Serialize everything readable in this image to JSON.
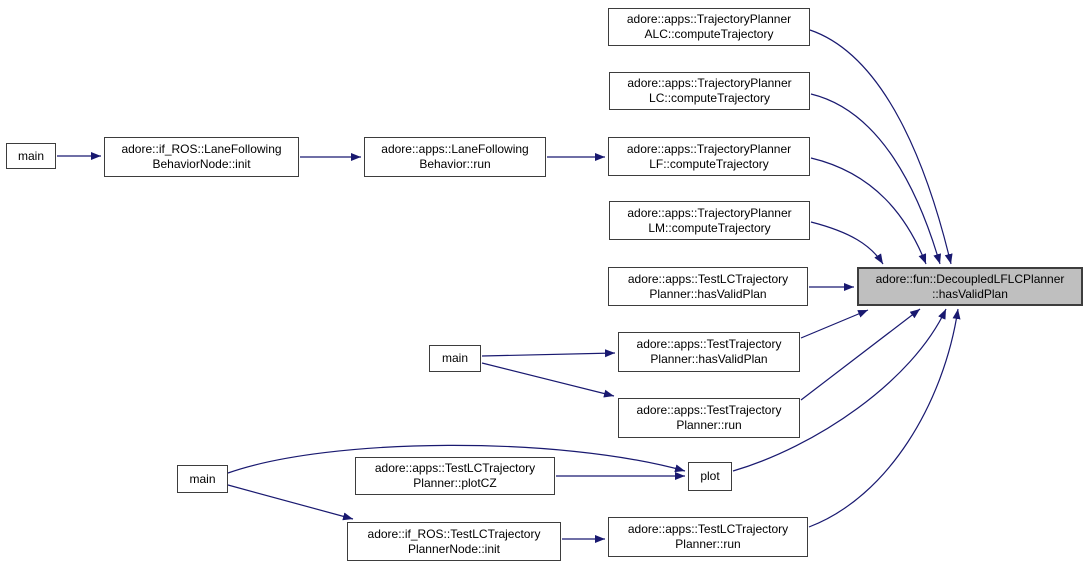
{
  "graph": {
    "type": "doxygen-caller-graph",
    "highlighted_node_id": "decoupled-lflc-planner-has-valid-plan",
    "colors": {
      "edge": "#191970",
      "node_border": "#3d3d3d",
      "node_fill": "#ffffff",
      "highlight_fill": "#bfbfbf",
      "text": "#000000",
      "background": "#ffffff"
    },
    "nodes": [
      {
        "id": "main-1",
        "label": "main"
      },
      {
        "id": "lane-following-behavior-node-init",
        "label": "adore::if_ROS::LaneFollowing\nBehaviorNode::init"
      },
      {
        "id": "lane-following-behavior-run",
        "label": "adore::apps::LaneFollowing\nBehavior::run"
      },
      {
        "id": "trajectory-planner-alc-compute-trajectory",
        "label": "adore::apps::TrajectoryPlanner\nALC::computeTrajectory"
      },
      {
        "id": "trajectory-planner-lc-compute-trajectory",
        "label": "adore::apps::TrajectoryPlanner\nLC::computeTrajectory"
      },
      {
        "id": "trajectory-planner-lf-compute-trajectory",
        "label": "adore::apps::TrajectoryPlanner\nLF::computeTrajectory"
      },
      {
        "id": "trajectory-planner-lm-compute-trajectory",
        "label": "adore::apps::TrajectoryPlanner\nLM::computeTrajectory"
      },
      {
        "id": "test-lc-trajectory-planner-has-valid-plan",
        "label": "adore::apps::TestLCTrajectory\nPlanner::hasValidPlan"
      },
      {
        "id": "decoupled-lflc-planner-has-valid-plan",
        "label": "adore::fun::DecoupledLFLCPlanner\n::hasValidPlan"
      },
      {
        "id": "test-trajectory-planner-has-valid-plan",
        "label": "adore::apps::TestTrajectory\nPlanner::hasValidPlan"
      },
      {
        "id": "main-2",
        "label": "main"
      },
      {
        "id": "test-trajectory-planner-run",
        "label": "adore::apps::TestTrajectory\nPlanner::run"
      },
      {
        "id": "plot",
        "label": "plot"
      },
      {
        "id": "main-3",
        "label": "main"
      },
      {
        "id": "test-lc-trajectory-planner-plot-cz",
        "label": "adore::apps::TestLCTrajectory\nPlanner::plotCZ"
      },
      {
        "id": "test-lc-trajectory-planner-node-init",
        "label": "adore::if_ROS::TestLCTrajectory\nPlannerNode::init"
      },
      {
        "id": "test-lc-trajectory-planner-run",
        "label": "adore::apps::TestLCTrajectory\nPlanner::run"
      }
    ],
    "edges": [
      {
        "from": "main-1",
        "to": "lane-following-behavior-node-init"
      },
      {
        "from": "lane-following-behavior-node-init",
        "to": "lane-following-behavior-run"
      },
      {
        "from": "lane-following-behavior-run",
        "to": "trajectory-planner-lf-compute-trajectory"
      },
      {
        "from": "trajectory-planner-alc-compute-trajectory",
        "to": "decoupled-lflc-planner-has-valid-plan"
      },
      {
        "from": "trajectory-planner-lc-compute-trajectory",
        "to": "decoupled-lflc-planner-has-valid-plan"
      },
      {
        "from": "trajectory-planner-lf-compute-trajectory",
        "to": "decoupled-lflc-planner-has-valid-plan"
      },
      {
        "from": "trajectory-planner-lm-compute-trajectory",
        "to": "decoupled-lflc-planner-has-valid-plan"
      },
      {
        "from": "test-lc-trajectory-planner-has-valid-plan",
        "to": "decoupled-lflc-planner-has-valid-plan"
      },
      {
        "from": "test-trajectory-planner-has-valid-plan",
        "to": "decoupled-lflc-planner-has-valid-plan"
      },
      {
        "from": "main-2",
        "to": "test-trajectory-planner-has-valid-plan"
      },
      {
        "from": "main-2",
        "to": "test-trajectory-planner-run"
      },
      {
        "from": "test-trajectory-planner-run",
        "to": "decoupled-lflc-planner-has-valid-plan"
      },
      {
        "from": "main-3",
        "to": "plot"
      },
      {
        "from": "test-lc-trajectory-planner-plot-cz",
        "to": "plot"
      },
      {
        "from": "main-3",
        "to": "test-lc-trajectory-planner-node-init"
      },
      {
        "from": "test-lc-trajectory-planner-node-init",
        "to": "test-lc-trajectory-planner-run"
      },
      {
        "from": "plot",
        "to": "decoupled-lflc-planner-has-valid-plan"
      },
      {
        "from": "test-lc-trajectory-planner-run",
        "to": "decoupled-lflc-planner-has-valid-plan"
      }
    ]
  }
}
